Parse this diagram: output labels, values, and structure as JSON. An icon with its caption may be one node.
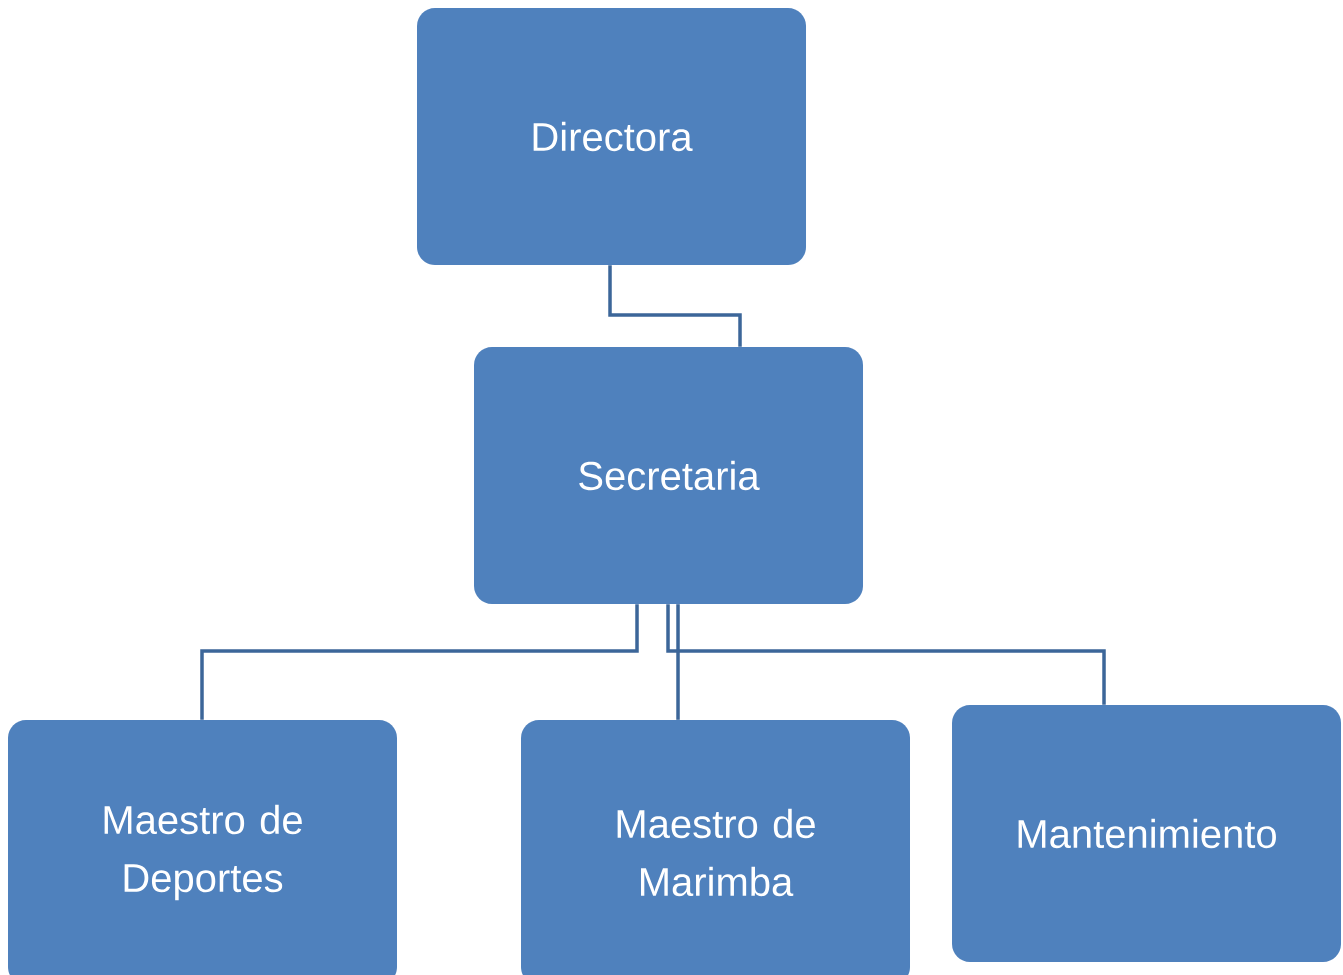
{
  "diagram": {
    "nodes": [
      {
        "text": [
          "Directora"
        ]
      },
      {
        "text": [
          "Secretaria"
        ]
      },
      {
        "text": [
          "Maestro de Deportes"
        ]
      },
      {
        "text": [
          "Maestro de Marimba"
        ]
      },
      {
        "text": [
          "Mantenimiento"
        ]
      }
    ],
    "edges": [
      {
        "from": 0,
        "to": 1,
        "arrow": "none"
      },
      {
        "from": 1,
        "to": 2,
        "arrow": "none"
      },
      {
        "from": 1,
        "to": 3,
        "arrow": "none"
      },
      {
        "from": 1,
        "to": 4,
        "arrow": "none"
      }
    ]
  }
}
